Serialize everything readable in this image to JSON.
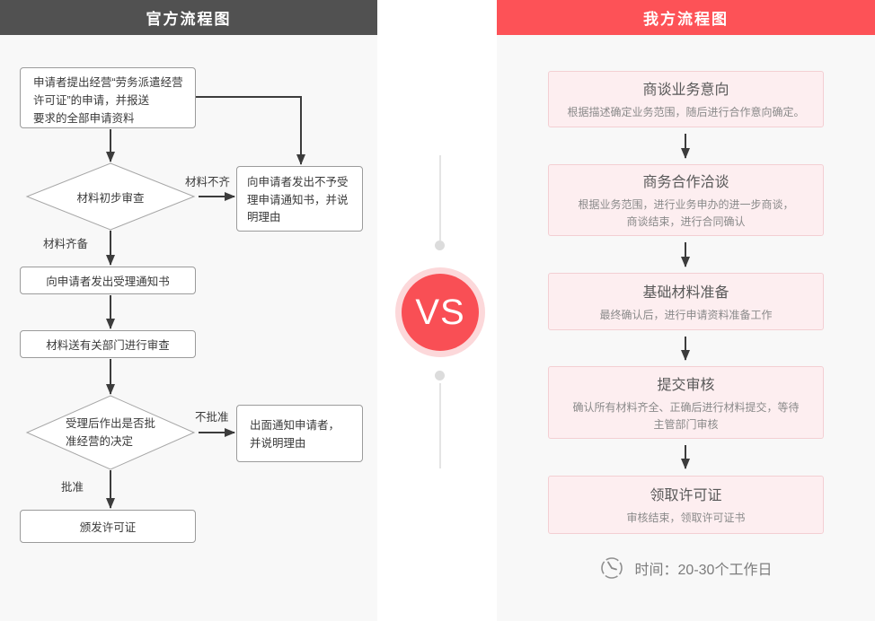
{
  "left_panel": {
    "title": "官方流程图",
    "steps": {
      "apply": "申请者提出经营“劳务派遣经营\n许可证”的申请，并报送\n要求的全部申请资料",
      "initial_review": "材料初步审查",
      "reject_notice": "向申请者发出不予受\n理申请通知书，并说\n明理由",
      "accept_notice": "向申请者发出受理通知书",
      "dept_review": "材料送有关部门进行审查",
      "decision": "受理后作出是否批\n准经营的决定",
      "deny_notice": "出面通知申请者，\n并说明理由",
      "issue_license": "颁发许可证"
    },
    "labels": {
      "incomplete": "材料不齐",
      "complete": "材料齐备",
      "not_approved": "不批准",
      "approved": "批准"
    }
  },
  "vs_label": "VS",
  "right_panel": {
    "title": "我方流程图",
    "steps": [
      {
        "title": "商谈业务意向",
        "desc": "根据描述确定业务范围，随后进行合作意向确定。"
      },
      {
        "title": "商务合作洽谈",
        "desc": "根据业务范围，进行业务申办的进一步商谈，\n商谈结束，进行合同确认"
      },
      {
        "title": "基础材料准备",
        "desc": "最终确认后，进行申请资料准备工作"
      },
      {
        "title": "提交审核",
        "desc": "确认所有材料齐全、正确后进行材料提交，等待\n主管部门审核"
      },
      {
        "title": "领取许可证",
        "desc": "审核结束，领取许可证书"
      }
    ],
    "time_icon": "clock-icon",
    "time_note": "时间：20-30个工作日"
  },
  "colors": {
    "official_header_bg": "#515151",
    "our_header_bg": "#fd5257",
    "vs_circle": "#f94f55",
    "vs_ring": "#fcd8da",
    "panel_bg": "#f8f8f8",
    "card_bg": "#fdeef0",
    "card_border": "#f3cfd3"
  }
}
